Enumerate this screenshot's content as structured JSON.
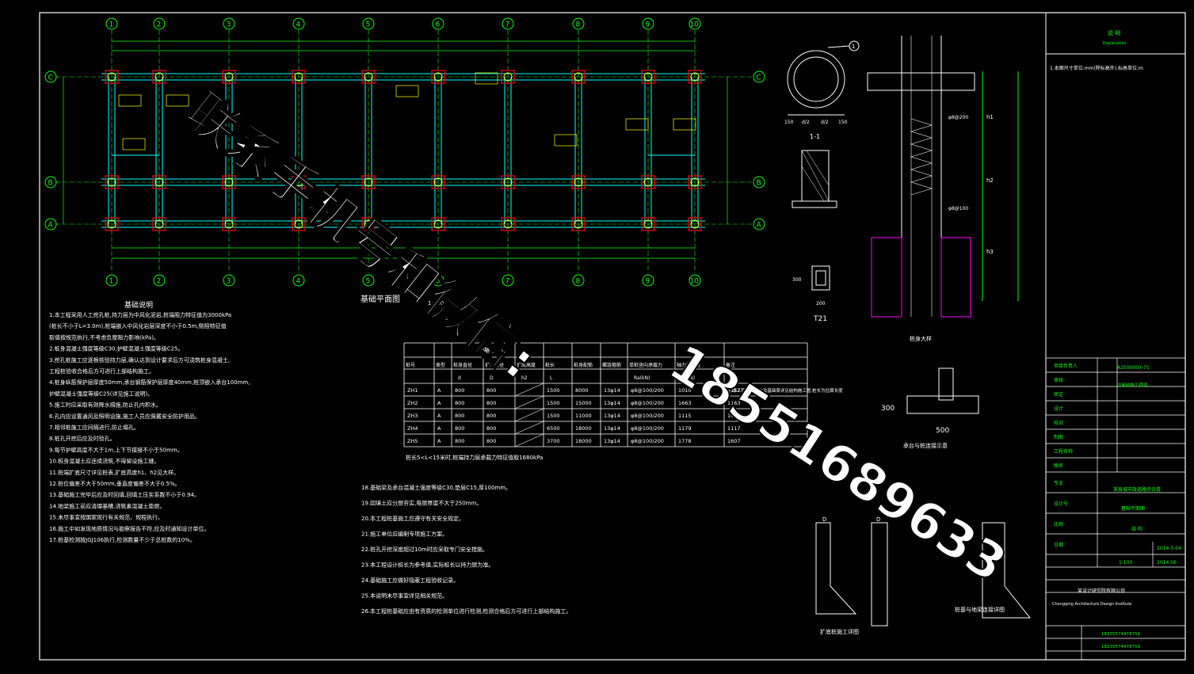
{
  "grid": {
    "columns": [
      "1",
      "2",
      "3",
      "4",
      "5",
      "6",
      "7",
      "8",
      "9",
      "10"
    ],
    "rows": [
      "C",
      "B",
      "A"
    ]
  },
  "plan": {
    "title": "基础平面图",
    "scale": "1:100"
  },
  "notes": {
    "title": "基础说明",
    "items_left": [
      "1.本工程采用人工挖孔桩,持力层为中风化泥岩,桩端阻力特征值为3000kPa",
      "  (桩长不小于L=3.0m),桩端嵌入中风化岩层深度不小于0.5m,侧阻特征值",
      "  取值按规范执行,不考虑负摩阻力影响(kPa)。",
      "2.桩身混凝土强度等级C30,护壁混凝土强度等级C25。",
      "3.挖孔桩施工应逐根核验持力层,确认达到设计要求后方可浇筑桩身混凝土,",
      "  工程桩验收合格后方可进行上部结构施工。",
      "4.桩身纵筋保护层厚度50mm,承台钢筋保护层厚度40mm,桩顶嵌入承台100mm,",
      "  护壁混凝土强度等级C25(详见施工说明)。",
      "5.施工时应采取有效降水措施,防止孔内积水。",
      "6.孔内应设置通风及照明设施,施工人员应佩戴安全防护用品。",
      "7.相邻桩施工应间隔进行,防止塌孔。",
      "8.桩孔开挖后应及时验孔。",
      "9.每节护壁高度不大于1m,上下节搭接不小于50mm。",
      "10.桩身混凝土应连续浇筑,不得留设施工缝。",
      "11.桩端扩底尺寸详见桩表,扩底高度h1、h2见大样。",
      "12.桩位偏差不大于50mm,垂直度偏差不大于0.5%。",
      "13.基础施工完毕后应及时回填,回填土压实系数不小于0.94。",
      "14.地梁施工前应清理基槽,浇筑素混凝土垫层。",
      "15.未尽事宜按国家现行有关规范、规程执行。",
      "16.施工中如发现地质情况与勘察报告不符,应及时通知设计单位。",
      "17.桩基检测按JGJ106执行,检测数量不少于总桩数的10%。"
    ],
    "items_right": [
      "18.基础梁及承台混凝土强度等级C30,垫层C15,厚100mm。",
      "19.回填土应分层夯实,每层厚度不大于250mm。",
      "20.本工程桩基施工应遵守有关安全规定。",
      "21.施工单位应编制专项施工方案。",
      "22.桩孔开挖深度超过10m时应采取专门安全措施。",
      "23.本工程设计桩长为参考值,实际桩长以持力层为准。",
      "24.基础施工应做好隐蔽工程验收记录。",
      "25.本说明未尽事宜详见相关规范。",
      "26.本工程桩基础应由有资质的检测单位进行检测,检测合格后方可进行上部结构施工。"
    ]
  },
  "pile_table": {
    "header_group": "桩 基 尺 寸",
    "headers": [
      "桩号",
      "类型",
      "桩身直径",
      "扩底直径",
      "扩底高度",
      "桩长",
      "桩身配筋",
      "螺旋箍筋",
      "单桩竖向承载力",
      "轴力设计值",
      "备注"
    ],
    "subheaders": [
      "",
      "",
      "d",
      "D",
      "h2",
      "L",
      "",
      "",
      "Ra(kN)",
      "N(kN)",
      ""
    ],
    "rows": [
      [
        "ZH1",
        "A",
        "800",
        "800",
        "",
        "1500",
        "8000",
        "13φ14",
        "φ8@100/200",
        "1010",
        "1152"
      ],
      [
        "ZH2",
        "A",
        "800",
        "800",
        "",
        "1500",
        "15000",
        "13φ14",
        "φ8@100/200",
        "1663",
        "1163"
      ],
      [
        "ZH3",
        "A",
        "800",
        "800",
        "",
        "1500",
        "11000",
        "13φ14",
        "φ8@100/200",
        "1115",
        "1042"
      ],
      [
        "ZH4",
        "A",
        "800",
        "800",
        "",
        "6500",
        "18000",
        "13φ14",
        "φ8@100/200",
        "1179",
        "1117"
      ],
      [
        "ZH5",
        "A",
        "800",
        "800",
        "",
        "3700",
        "18000",
        "13φ14",
        "φ8@100/200",
        "1778",
        "1607"
      ]
    ],
    "remark": "注:本工程桩基承台及基础梁详见结构施工图,桩长为估算长度",
    "footnote": "桩长5<L<15米时,桩端持力层承载力特征值取1680kPa"
  },
  "details": {
    "section_11": "1-1",
    "beam_label": "T21",
    "dim_300": "300",
    "dim_200": "200",
    "dim_500": "500",
    "label_D": "D",
    "dim_d": "d/2",
    "dim_150": "150",
    "dim_h1": "h1",
    "dim_h2": "h2",
    "dim_h3": "h3",
    "circle_marks": [
      "1",
      "2"
    ],
    "stirrup_1": "φ8@200",
    "stirrup_2": "φ8@100",
    "detail_title_1": "桩身大样",
    "detail_title_2": "承台与桩连接示意",
    "detail_title_3": "扩底桩施工详图",
    "detail_title_4": "桩基与地梁连接详图"
  },
  "title_block": {
    "header": "说 明",
    "header_en": "Explanation",
    "note1": "1.本图尺寸单位:mm(除标高外),标高单位:m",
    "labels": [
      "项目负责人",
      "审核",
      "审定",
      "设计",
      "校对",
      "制图",
      "工程名称",
      "图名",
      "专业",
      "设计号",
      "比例",
      "日期"
    ],
    "project": "某县城市政道路综合楼",
    "drawing": "基础平面图",
    "discipline": "结 构",
    "date": "2014-5-04",
    "scale": "1:100",
    "version": "2014.06",
    "number": "A2500003-75",
    "company": "某设计研究院有限公司",
    "company_en": "Chongqing Architecture Design Institute",
    "cert": "注册结构工程师",
    "phone_1": "18235574478759",
    "phone_2": "18235574478759"
  },
  "watermark": {
    "chinese": "联系手机号和微信:",
    "number": "18551689633"
  },
  "colors": {
    "background": "#000000",
    "grid": "#00ff00",
    "beam": "#00ffff",
    "pile": "#ff0000",
    "label": "#ffff00",
    "text": "#ffffff",
    "hatch": "#ff00ff"
  }
}
